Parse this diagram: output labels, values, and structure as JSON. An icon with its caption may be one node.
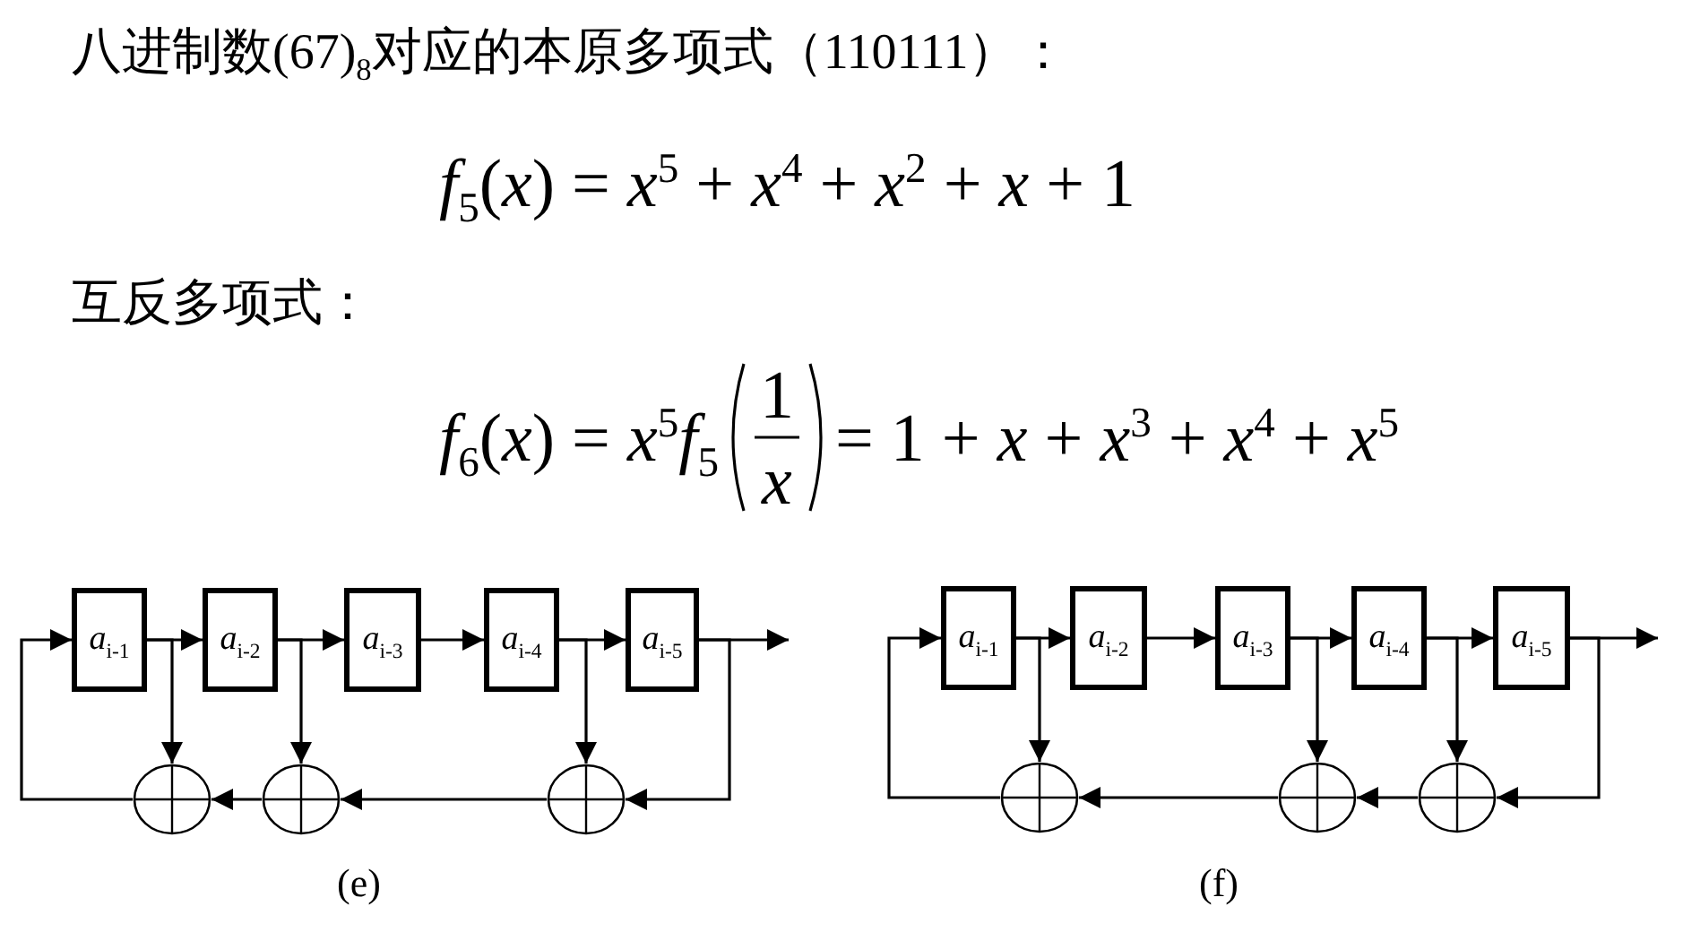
{
  "diagram": {
    "nodes": [
      {
        "text": [
          "*a*$_{i-1}$"
        ]
      },
      {
        "text": [
          "*a*$_{i-2}$"
        ]
      },
      {
        "text": [
          "*a*$_{i-3}$"
        ]
      },
      {
        "text": [
          "*a*$_{i-4}$"
        ]
      },
      {
        "text": [
          "*a*$_{i-5}$"
        ]
      },
      {
        "text": [],
        "shape": "circle"
      },
      {
        "text": [],
        "shape": "circle"
      },
      {
        "text": [],
        "shape": "circle"
      },
      {
        "text": [
          "*a*$_{i-1}$"
        ]
      },
      {
        "text": [
          "*a*$_{i-2}$"
        ]
      },
      {
        "text": [
          "*a*$_{i-3}$"
        ]
      },
      {
        "text": [
          "*a*$_{i-4}$"
        ]
      },
      {
        "text": [
          "*a*$_{i-5}$"
        ]
      },
      {
        "text": [],
        "shape": "circle"
      },
      {
        "text": [],
        "shape": "circle"
      },
      {
        "text": [],
        "shape": "circle"
      }
    ],
    "edges": [
      {
        "from": 0,
        "to": 1,
        "arrow": "to"
      },
      {
        "from": 1,
        "to": 2,
        "arrow": "to"
      },
      {
        "from": 2,
        "to": 3,
        "arrow": "to"
      },
      {
        "from": 3,
        "to": 4,
        "arrow": "to"
      },
      {
        "from": 4,
        "to": null,
        "arrow": "to"
      },
      {
        "from": 0,
        "to": 5,
        "arrow": "to"
      },
      {
        "from": 1,
        "to": 6,
        "arrow": "to"
      },
      {
        "from": 3,
        "to": 7,
        "arrow": "to"
      },
      {
        "from": 4,
        "to": 7,
        "arrow": "to"
      },
      {
        "from": 7,
        "to": 6,
        "arrow": "to"
      },
      {
        "from": 6,
        "to": 5,
        "arrow": "to"
      },
      {
        "from": 5,
        "to": 0,
        "arrow": "to"
      },
      {
        "from": 8,
        "to": 9,
        "arrow": "to"
      },
      {
        "from": 9,
        "to": 10,
        "arrow": "to"
      },
      {
        "from": 10,
        "to": 11,
        "arrow": "to"
      },
      {
        "from": 11,
        "to": 12,
        "arrow": "to"
      },
      {
        "from": 12,
        "to": null,
        "arrow": "to"
      },
      {
        "from": 8,
        "to": 13,
        "arrow": "to"
      },
      {
        "from": 10,
        "to": 14,
        "arrow": "to"
      },
      {
        "from": 11,
        "to": 15,
        "arrow": "to"
      },
      {
        "from": 12,
        "to": 15,
        "arrow": "to"
      },
      {
        "from": 15,
        "to": 14,
        "arrow": "to"
      },
      {
        "from": 14,
        "to": 13,
        "arrow": "to"
      },
      {
        "from": 13,
        "to": 8,
        "arrow": "to"
      }
    ],
    "labels": [
      "八进制数(67)$_{8}$对应的本原多项式（110111）：",
      "*f*$_{5}$(*x*) = *x*$^{5}$ + *x*$^{4}$ + *x*$^{2}$ + *x* + 1",
      "互反多项式：",
      "*f*$_{6}$(*x*) = *x*$^{5}$*f*$_{5}$",
      "1",
      "*x*",
      "= 1 + *x* + *x*$^{3}$ + *x*$^{4}$ + *x*$^{5}$",
      "(e)",
      "(f)"
    ]
  }
}
